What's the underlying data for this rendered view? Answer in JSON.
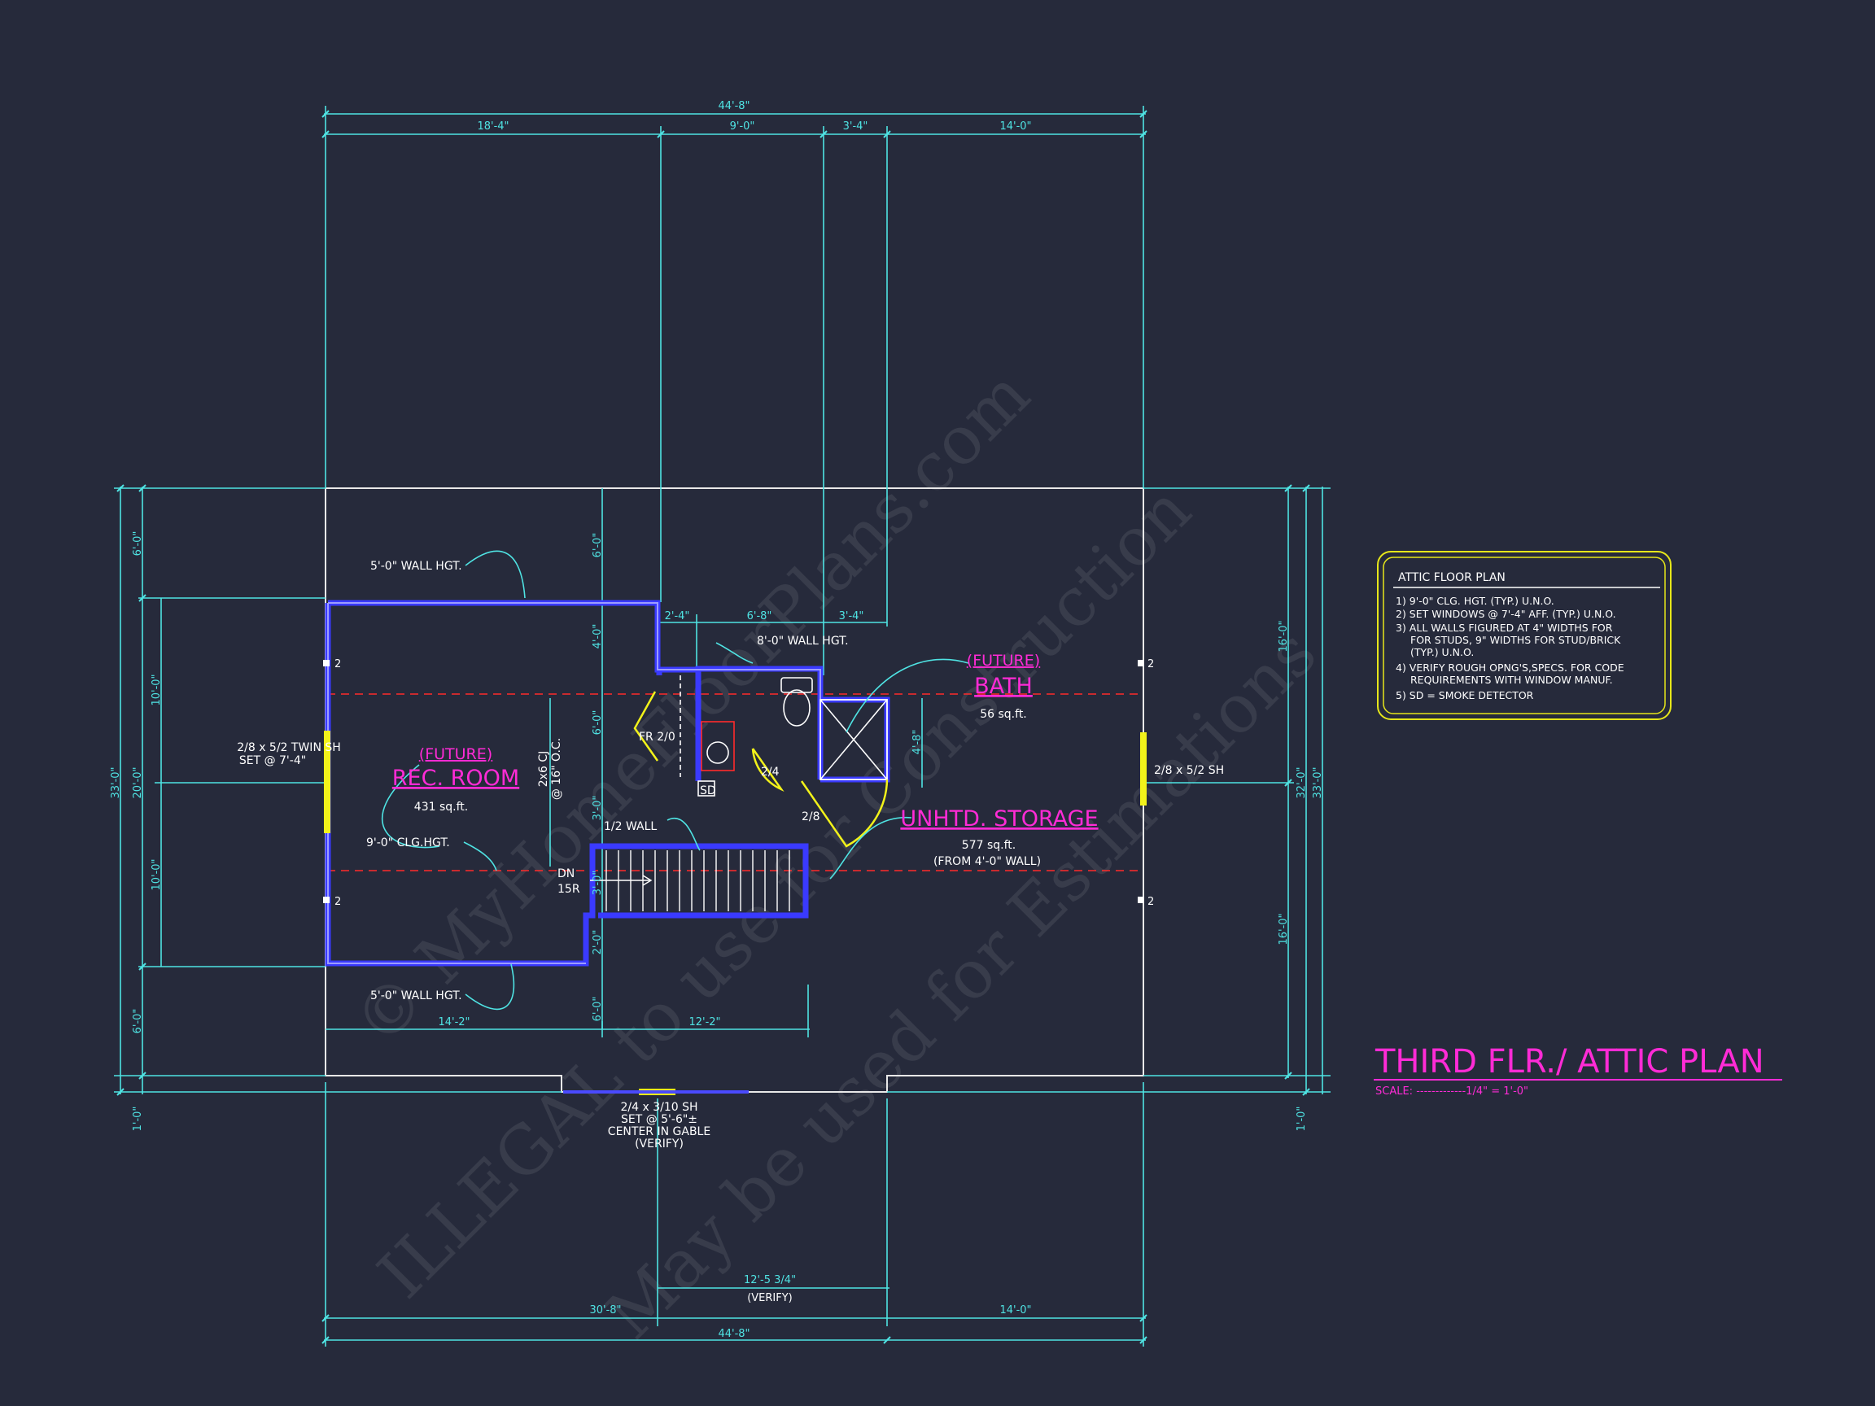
{
  "title": {
    "main": "THIRD FLR./ ATTIC PLAN",
    "scale": "SCALE: -------------1/4\" = 1'-0\""
  },
  "notes_box": {
    "heading": "ATTIC FLOOR PLAN",
    "lines": [
      "1) 9'-0\" CLG. HGT. (TYP.) U.N.O.",
      "2) SET WINDOWS @ 7'-4\" AFF. (TYP.) U.N.O.",
      "3) ALL WALLS FIGURED AT 4\" WIDTHS FOR",
      "FOR STUDS, 9\" WIDTHS FOR STUD/BRICK",
      "(TYP.) U.N.O.",
      "4) VERIFY ROUGH OPNG'S,SPECS. FOR CODE",
      "REQUIREMENTS WITH WINDOW MANUF.",
      "5) SD = SMOKE DETECTOR"
    ]
  },
  "rooms": {
    "rec_future": "(FUTURE)",
    "rec_name": "REC. ROOM",
    "rec_area": "431 sq.ft.",
    "bath_future": "(FUTURE)",
    "bath_name": "BATH",
    "bath_area": "56 sq.ft.",
    "storage_name": "UNHTD. STORAGE",
    "storage_area": "577 sq.ft.",
    "storage_note": "(FROM 4'-0\" WALL)"
  },
  "annotations": {
    "wall_hgt_top": "5'-0\" WALL HGT.",
    "wall_hgt_bottom": "5'-0\" WALL HGT.",
    "wall_hgt_8": "8'-0\" WALL HGT.",
    "clg_hgt": "9'-0\" CLG.HGT.",
    "half_wall": "1/2 WALL",
    "joists_1": "2x6 CJ",
    "joists_2": "@ 16\" O.C.",
    "fr": "FR 2/0",
    "sd": "SD",
    "door_24": "2/4",
    "door_28": "2/8",
    "dn": "DN",
    "risers": "15R",
    "win_left_1": "2/8 x 5/2 TWIN SH",
    "win_left_2": "SET @ 7'-4\"",
    "win_right": "2/8 x 5/2 SH",
    "win_bottom_1": "2/4 x 3/10 SH",
    "win_bottom_2": "SET @ 5'-6\"±",
    "win_bottom_3": "CENTER IN GABLE",
    "win_bottom_4": "(VERIFY)",
    "smoke_tag": "2"
  },
  "dimensions": {
    "top_overall": "44'-8\"",
    "top_segments": [
      "18'-4\"",
      "9'-0\"",
      "3'-4\"",
      "14'-0\""
    ],
    "bottom_overall": "44'-8\"",
    "bottom_segments": [
      "30'-8\"",
      "14'-0\""
    ],
    "bottom_verify": "12'-5 3/4\"",
    "bottom_verify_note": "(VERIFY)",
    "interior_bottom": [
      "14'-2\"",
      "12'-2\""
    ],
    "interior_top": [
      "2'-4\"",
      "6'-8\"",
      "3'-4\""
    ],
    "left_outer": "33'-0\"",
    "left_mid": "20'-0\"",
    "left_parts": [
      "6'-0\"",
      "10'-0\"",
      "10'-0\"",
      "6'-0\""
    ],
    "left_bottom": "1'-0\"",
    "right_outer": "33'-0\"",
    "right_mid": "32'-0\"",
    "right_parts": [
      "16'-0\"",
      "16'-0\""
    ],
    "right_bottom": "1'-0\"",
    "center_vert": [
      "6'-0\"",
      "4'-0\"",
      "6'-0\"",
      "3'-0\"",
      "3'-0\"",
      "2'-0\"",
      "6'-0\""
    ],
    "bath_vert": "4'-8\""
  },
  "watermark": {
    "line1": "© MyHomeFloorPlans.com",
    "line2": "ILLEGAL to use for Construction",
    "line3": "May be used for Estimations"
  },
  "colors": {
    "background": "#262a3b",
    "dimension": "#4fe3e3",
    "title": "#ff2bd6",
    "wall": "#3a3aff",
    "window": "#f2f21a",
    "notes_border": "#e6e61a",
    "hip_line": "#ff2b2b"
  }
}
